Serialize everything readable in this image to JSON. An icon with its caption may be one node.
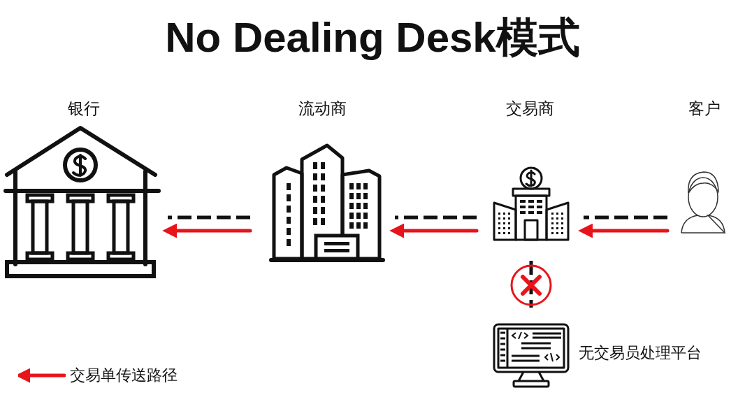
{
  "diagram": {
    "title": "No Dealing Desk模式",
    "nodes": [
      {
        "text": [
          "银行"
        ]
      },
      {
        "text": [
          "流动商"
        ]
      },
      {
        "text": [
          "交易商"
        ]
      },
      {
        "text": [
          "客户"
        ]
      },
      {
        "text": [],
        "shape": "picture",
        "beside": [
          "无交易员处理平台"
        ]
      }
    ],
    "edges": [
      {
        "from": 1,
        "to": 0,
        "arrow": "none",
        "style": "dashed"
      },
      {
        "from": 1,
        "to": 0,
        "arrow": "to",
        "color": "#e8141b"
      },
      {
        "from": 2,
        "to": 1,
        "arrow": "none",
        "style": "dashed"
      },
      {
        "from": 2,
        "to": 1,
        "arrow": "to",
        "color": "#e8141b"
      },
      {
        "from": 3,
        "to": 2,
        "arrow": "none",
        "style": "dashed"
      },
      {
        "from": 3,
        "to": 2,
        "arrow": "to",
        "color": "#e8141b"
      },
      {
        "from": 2,
        "to": 4,
        "arrow": "none",
        "style": "dashed"
      }
    ],
    "legend": [
      {
        "text": "交易单传送路径"
      }
    ]
  }
}
